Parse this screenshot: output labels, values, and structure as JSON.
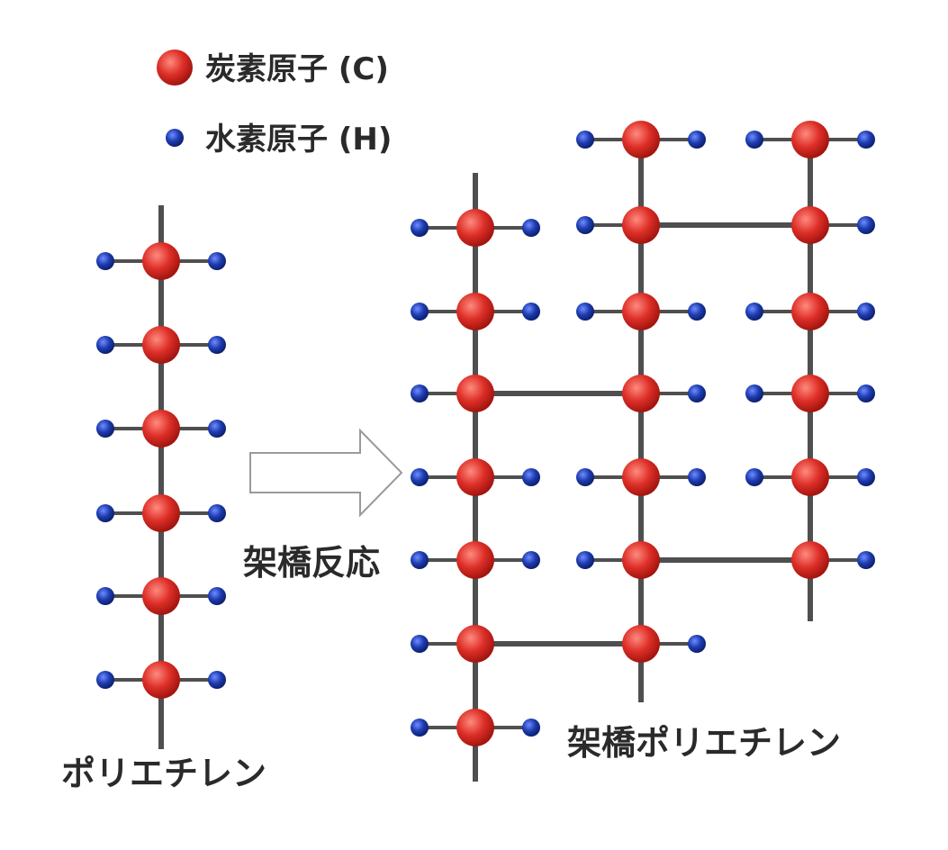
{
  "legend": {
    "carbon": "炭素原子 (C)",
    "hydrogen": "水素原子 (H)"
  },
  "labels": {
    "polyethylene": "ポリエチレン",
    "reaction": "架橋反応",
    "crosslinked": "架橋ポリエチレン"
  },
  "colors": {
    "carbon": "#d8302a",
    "hydrogen": "#1f3fae",
    "bond": "#555555",
    "arrow": "#999999"
  }
}
